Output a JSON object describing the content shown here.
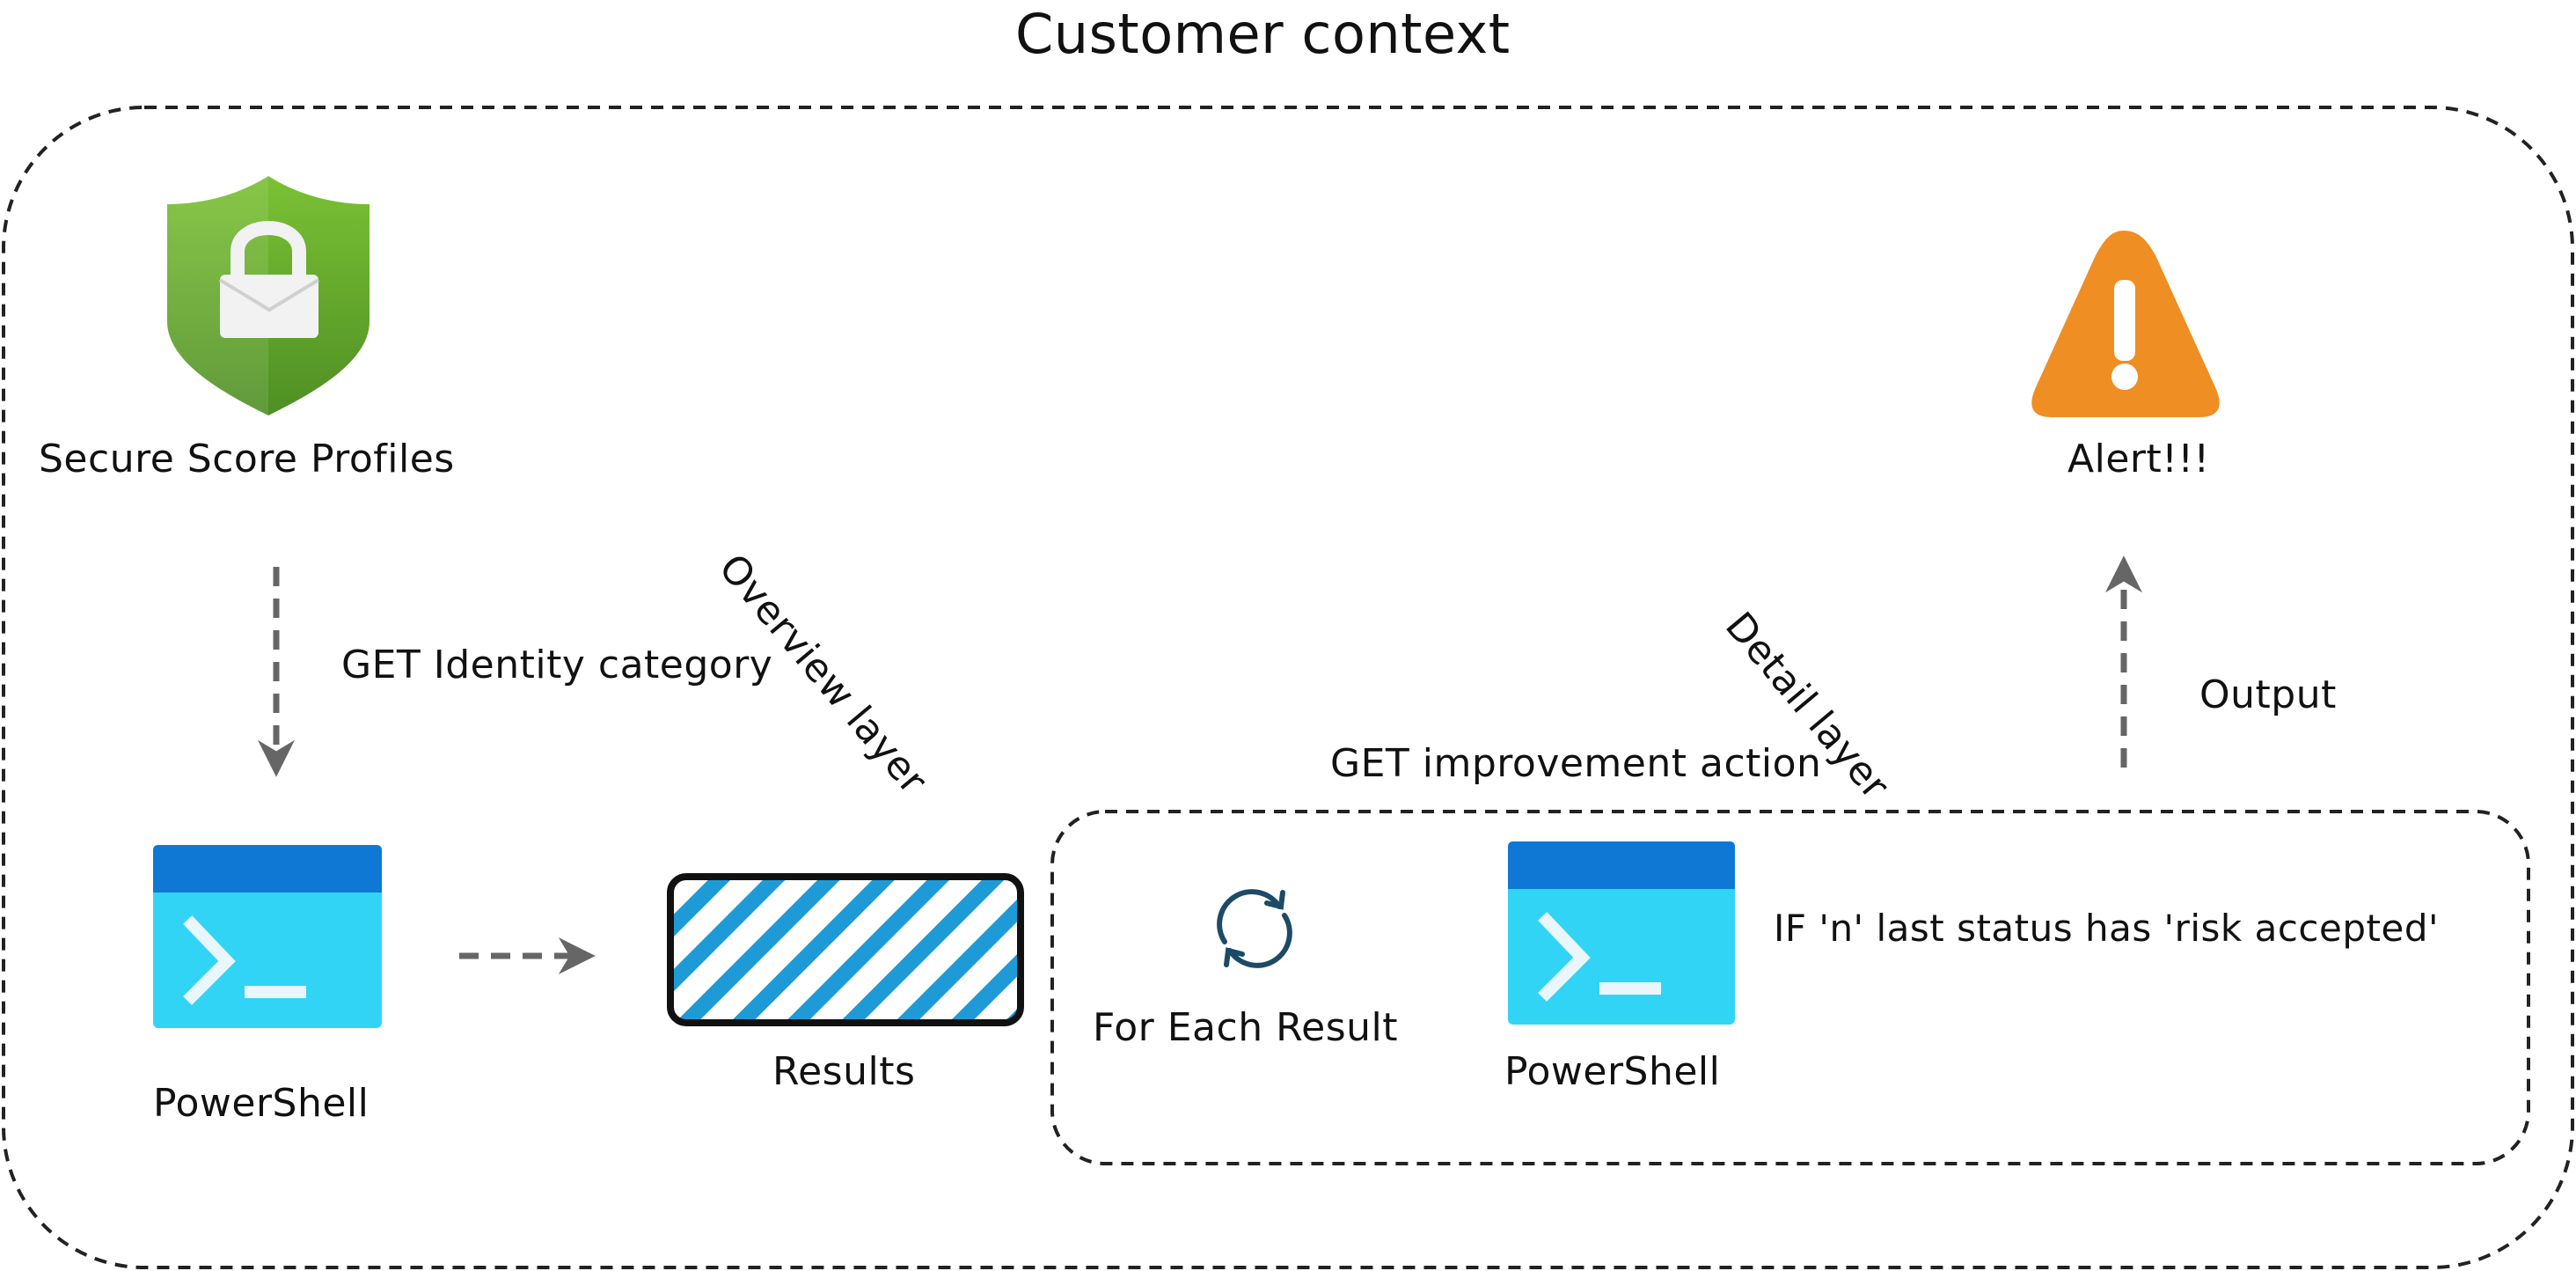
{
  "title": "Customer context",
  "nodes": {
    "secure_score": {
      "label": "Secure Score Profiles",
      "icon": "shield-lock-icon",
      "color": "#5ea52a"
    },
    "powershell_left": {
      "label": "PowerShell",
      "icon": "powershell-icon"
    },
    "results": {
      "label": "Results",
      "color": "#1e9bd7"
    },
    "for_each": {
      "label": "For Each Result",
      "icon": "refresh-loop-icon",
      "color": "#1d4a66"
    },
    "powershell_right": {
      "label": "PowerShell",
      "icon": "powershell-icon"
    },
    "alert": {
      "label": "Alert!!!",
      "icon": "warning-triangle-icon",
      "color": "#ef8e22"
    }
  },
  "edges": {
    "get_identity": "GET Identity category",
    "overview_layer": "Overview layer",
    "get_improvement": "GET improvement action",
    "detail_layer": "Detail layer",
    "condition": "IF 'n' last status has 'risk accepted'",
    "output": "Output"
  },
  "colors": {
    "powershell_header": "#0f78d4",
    "powershell_body": "#32d4f5",
    "arrow": "#666666",
    "border": "#222222"
  }
}
